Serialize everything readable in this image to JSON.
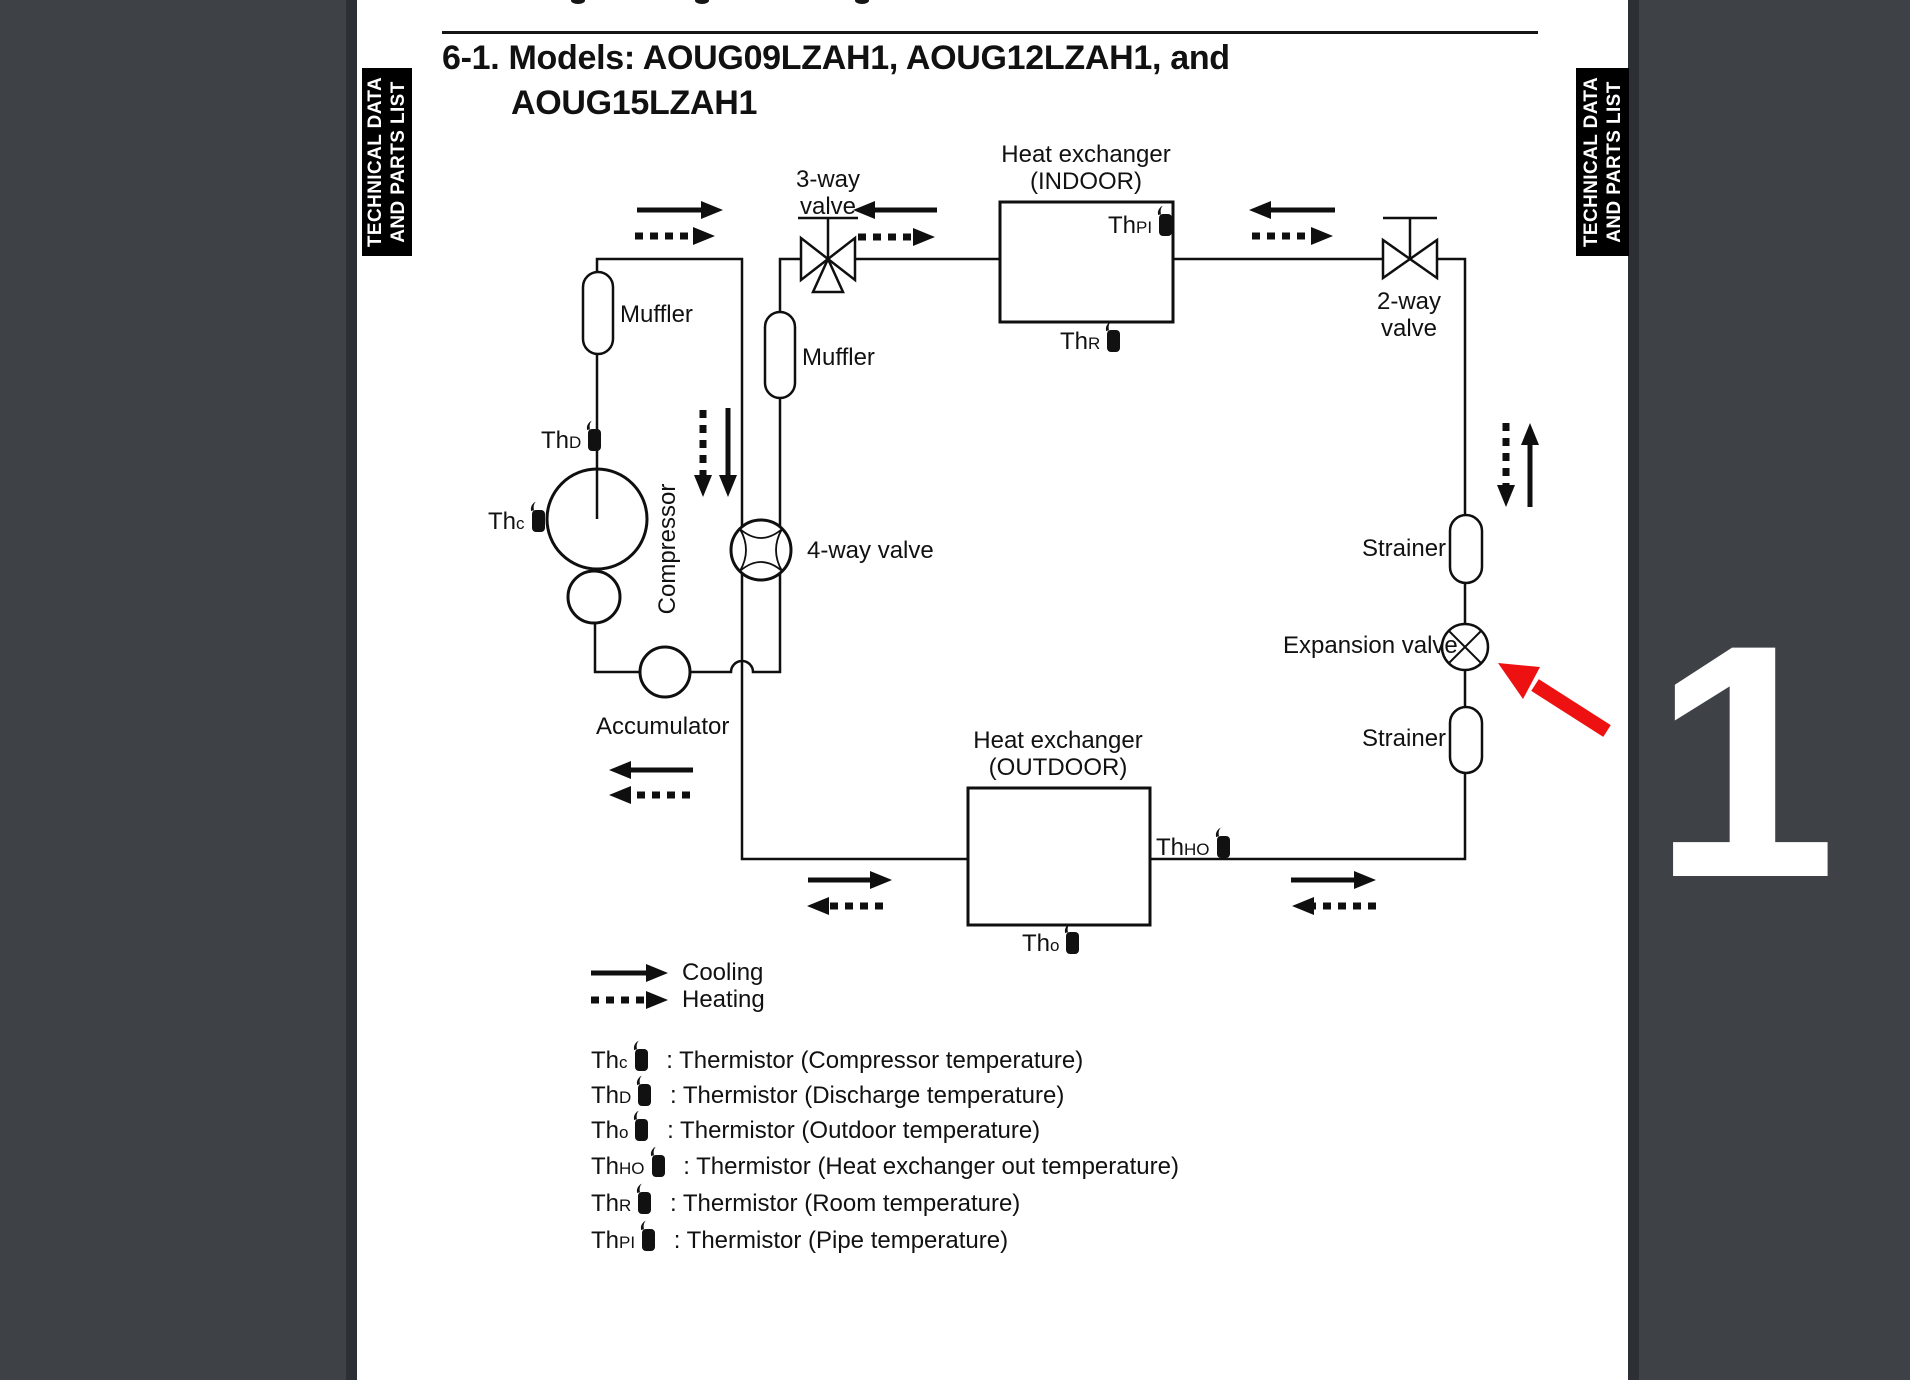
{
  "title": {
    "line1": "6-1. Models: AOUG09LZAH1, AOUG12LZAH1, and",
    "line2": "AOUG15LZAH1"
  },
  "side_tabs": {
    "left": {
      "line1": "TECHNICAL DATA",
      "line2": "AND PARTS LIST"
    },
    "right": {
      "line1": "TECHNICAL DATA",
      "line2": "AND PARTS LIST"
    }
  },
  "page_number_overlay": "1",
  "diagram": {
    "components": {
      "three_way_valve": {
        "line1": "3-way",
        "line2": "valve"
      },
      "hx_indoor": {
        "line1": "Heat exchanger",
        "line2": "(INDOOR)"
      },
      "two_way_valve": {
        "line1": "2-way",
        "line2": "valve"
      },
      "muffler_left": "Muffler",
      "muffler_right": "Muffler",
      "compressor": "Compressor",
      "four_way_valve": "4-way valve",
      "accumulator": "Accumulator",
      "hx_outdoor": {
        "line1": "Heat exchanger",
        "line2": "(OUTDOOR)"
      },
      "strainer_top": "Strainer",
      "strainer_bottom": "Strainer",
      "expansion_valve": "Expansion valve"
    },
    "thermistors": {
      "thd": {
        "main": "Th",
        "sub": "D"
      },
      "thc": {
        "main": "Th",
        "sub": "c"
      },
      "thpi": {
        "main": "Th",
        "sub": "PI"
      },
      "thr": {
        "main": "Th",
        "sub": "R"
      },
      "thho": {
        "main": "Th",
        "sub": "HO"
      },
      "tho": {
        "main": "Th",
        "sub": "o"
      }
    }
  },
  "legend": {
    "cooling": "Cooling",
    "heating": "Heating"
  },
  "thermistor_list": [
    {
      "main": "Th",
      "sub": "c",
      "desc": ": Thermistor (Compressor temperature)"
    },
    {
      "main": "Th",
      "sub": "D",
      "desc": ": Thermistor (Discharge temperature)"
    },
    {
      "main": "Th",
      "sub": "o",
      "desc": ": Thermistor (Outdoor temperature)"
    },
    {
      "main": "Th",
      "sub": "HO",
      "desc": ": Thermistor (Heat exchanger out temperature)"
    },
    {
      "main": "Th",
      "sub": "R",
      "desc": ": Thermistor (Room temperature)"
    },
    {
      "main": "Th",
      "sub": "PI",
      "desc": ": Thermistor (Pipe temperature)"
    }
  ],
  "colors": {
    "accent_red": "#ee1111",
    "line_black": "#0f0f0f",
    "outer_background": "#3e4247",
    "page_background": "#ffffff",
    "tab_background": "#000000"
  }
}
